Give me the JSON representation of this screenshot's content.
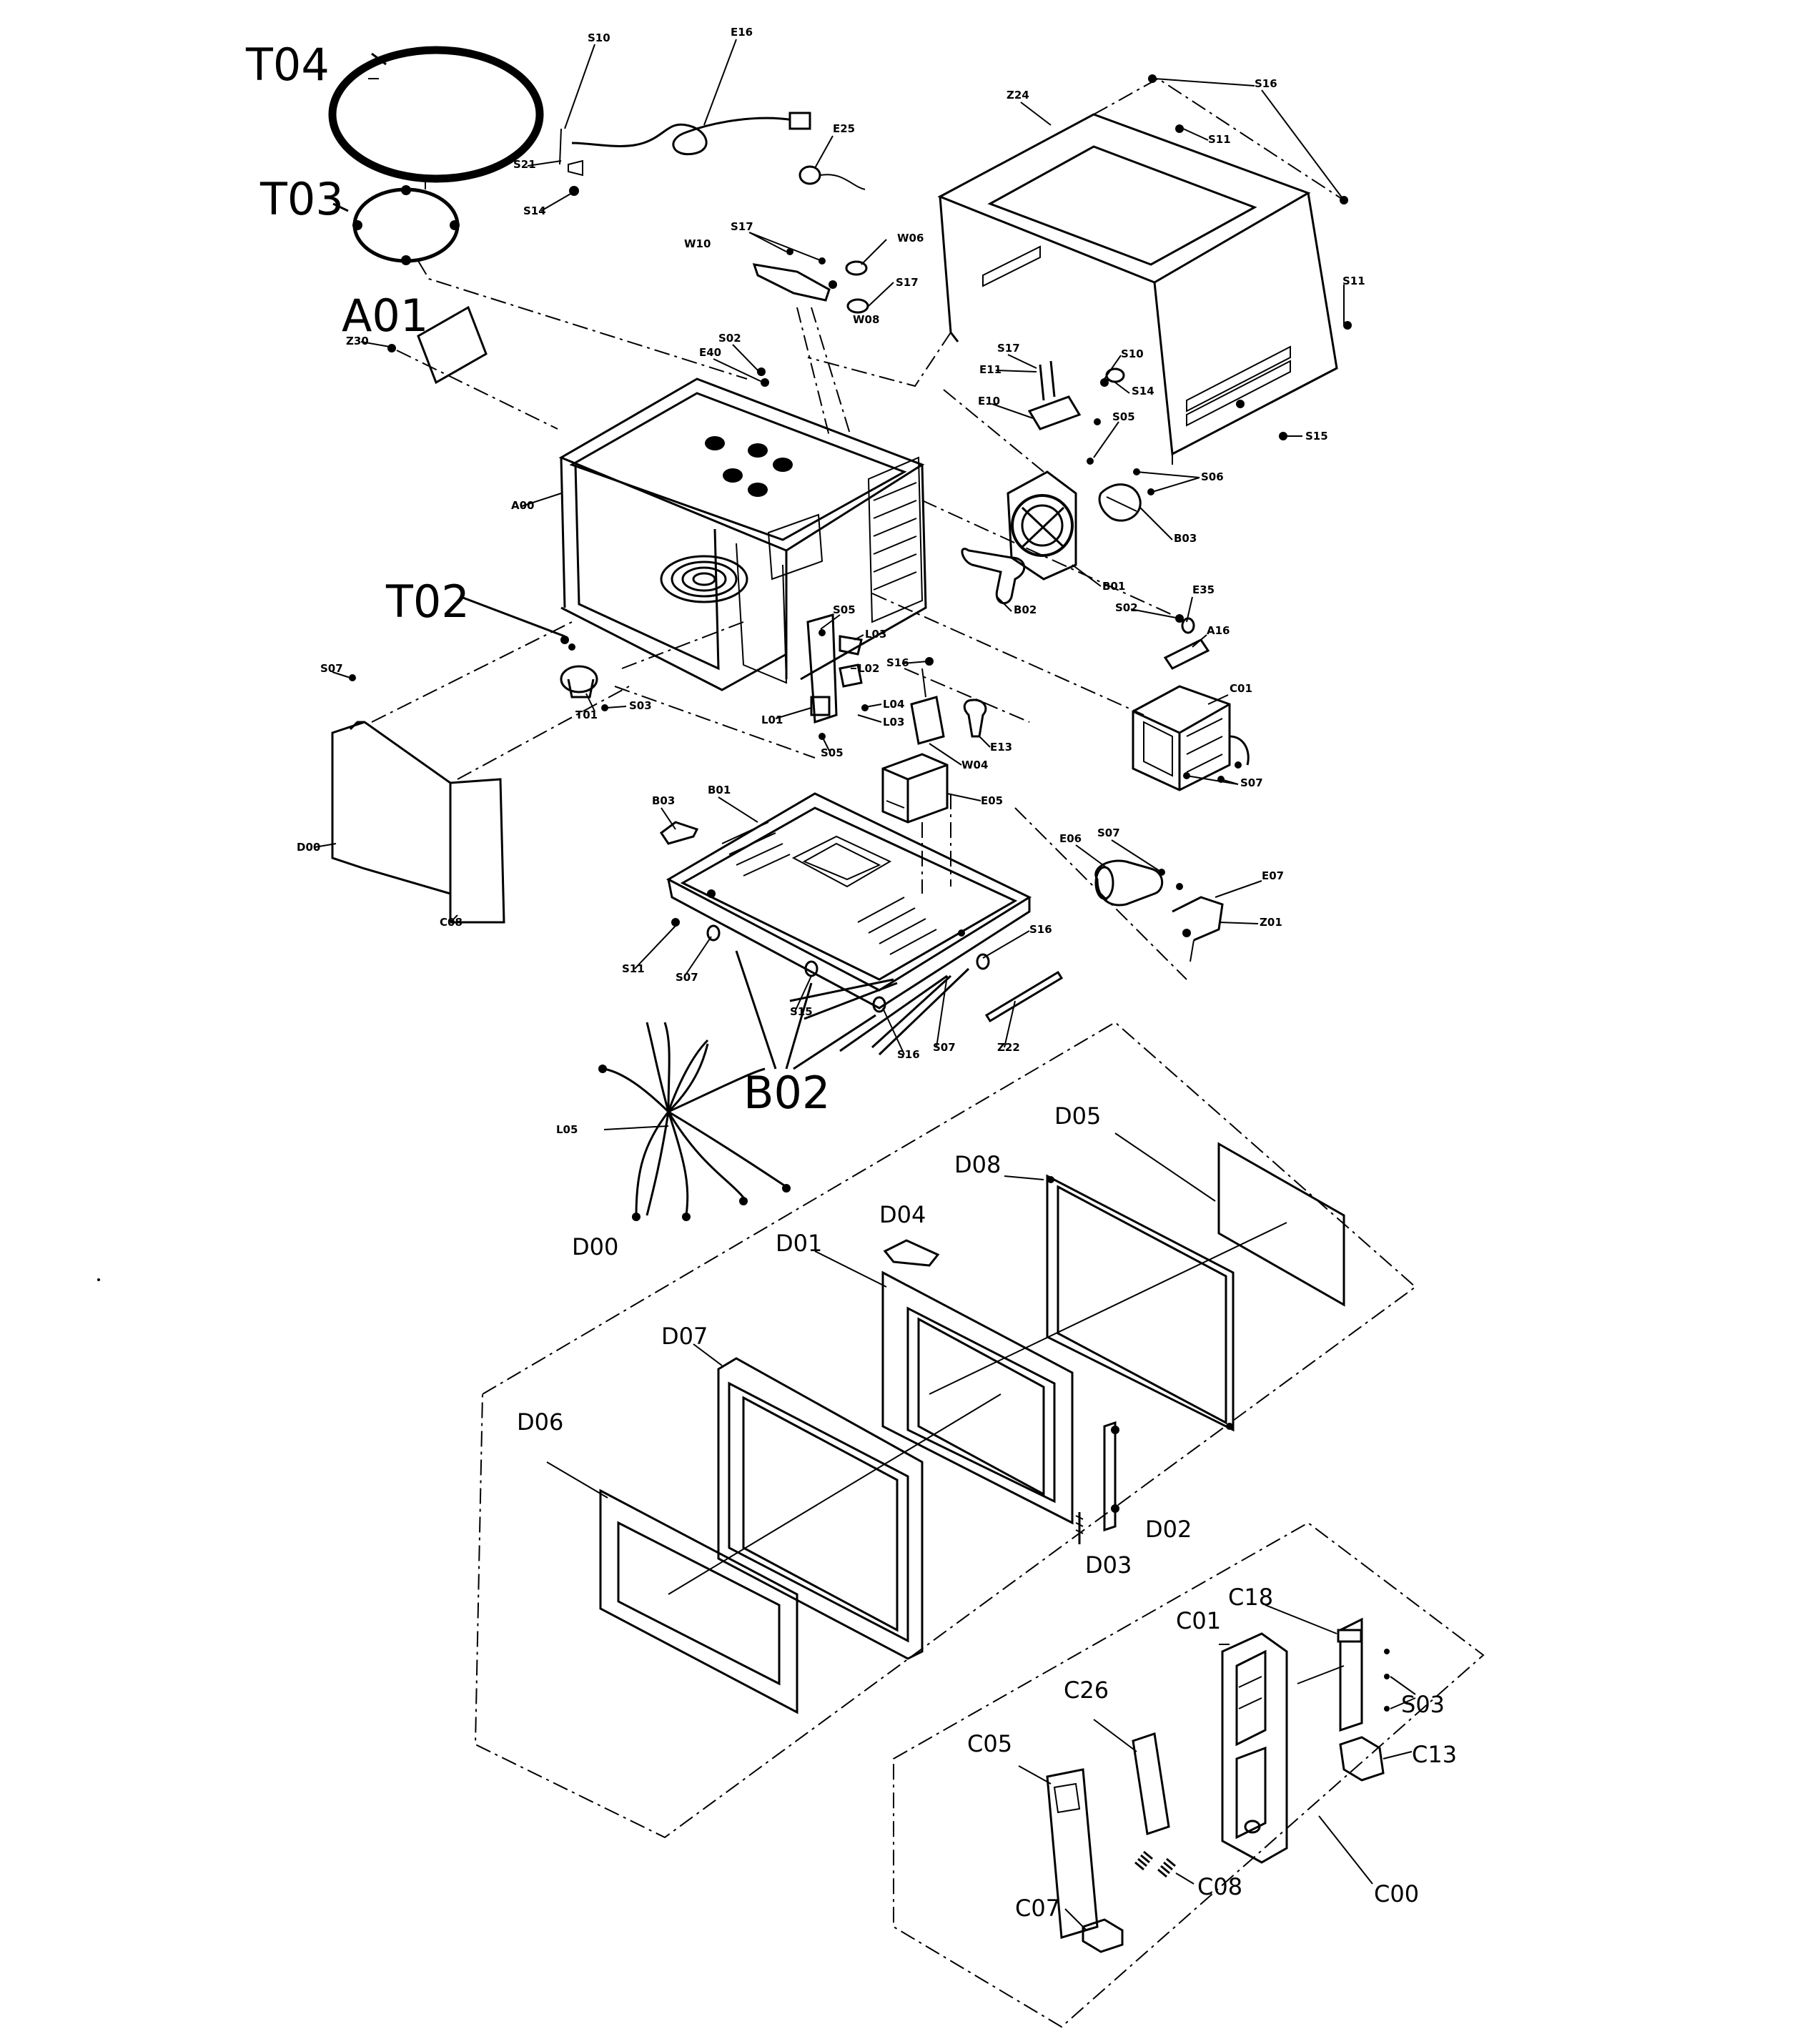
{
  "callouts": {
    "T04": "T04",
    "T03": "T03",
    "A01": "A01",
    "T02": "T02",
    "B02": "B02",
    "D05": "D05",
    "D08": "D08",
    "D04": "D04",
    "D01": "D01",
    "D00": "D00",
    "D07": "D07",
    "D06": "D06",
    "D02": "D02",
    "D03": "D03",
    "C18": "C18",
    "C01": "C01",
    "S03": "S03",
    "C26": "C26",
    "C05": "C05",
    "C13": "C13",
    "C08": "C08",
    "C07": "C07",
    "C00": "C00"
  },
  "small_labels": {
    "S10_top": "S10",
    "E16": "E16",
    "S21": "S21",
    "S14_top": "S14",
    "E25": "E25",
    "S17_top": "S17",
    "W10": "W10",
    "W06_a": "W06",
    "S17_b": "S17",
    "W08": "W08",
    "Z24": "Z24",
    "S16_top": "S16",
    "S11_top": "S11",
    "S11_side": "S11",
    "S15": "S15",
    "Z30": "Z30",
    "S02_a": "S02",
    "E40": "E40",
    "A00": "A00",
    "S17_c": "S17",
    "E11": "E11",
    "S10_mid": "S10",
    "S14_mid": "S14",
    "E10": "E10",
    "S05_mid": "S05",
    "S06": "S06",
    "B03_fan": "B03",
    "B01_fan": "B01",
    "B02_fan": "B02",
    "S02_b": "S02",
    "E35": "E35",
    "A16": "A16",
    "C01_mag": "C01",
    "S07_mag": "S07",
    "S07_left": "S07",
    "T01": "T01",
    "S03_mid": "S03",
    "S05_a": "S05",
    "L03_a": "L03",
    "L02": "L02",
    "L04": "L04",
    "L01": "L01",
    "L03_b": "L03",
    "S05_b": "S05",
    "S16_mid": "S16",
    "E13": "E13",
    "W04": "W04",
    "E05": "E05",
    "D00_small": "D00",
    "C08_small": "C08",
    "B03_base": "B03",
    "B01_base": "B01",
    "E06": "E06",
    "S07_cap": "S07",
    "E07": "E07",
    "Z01": "Z01",
    "S11_base": "S11",
    "S07_base": "S07",
    "S16_base": "S16",
    "S15_base": "S15",
    "S07_base_b": "S07",
    "S16_base_b": "S16",
    "Z22": "Z22",
    "L05": "L05"
  }
}
